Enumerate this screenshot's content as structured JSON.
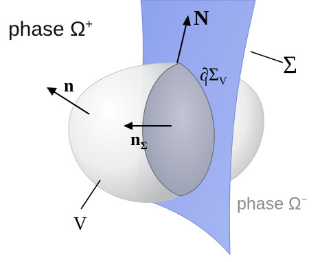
{
  "labels": {
    "phase_plus": "phase Ω",
    "phase_plus_sup": "+",
    "phase_minus": "phase Ω",
    "phase_minus_sup": "−",
    "N": "N",
    "Sigma": "Σ",
    "dSigma": "∂Σ",
    "dSigma_sub": "V",
    "n": "n",
    "nSigma": "n",
    "nSigma_sub": "Σ",
    "V": "V"
  },
  "colors": {
    "surface": "#9fb2f2",
    "surface_edge": "#6f86dd",
    "ellipsoid": "#e9e9e9",
    "phase_minus_text": "#8a8a8a"
  }
}
